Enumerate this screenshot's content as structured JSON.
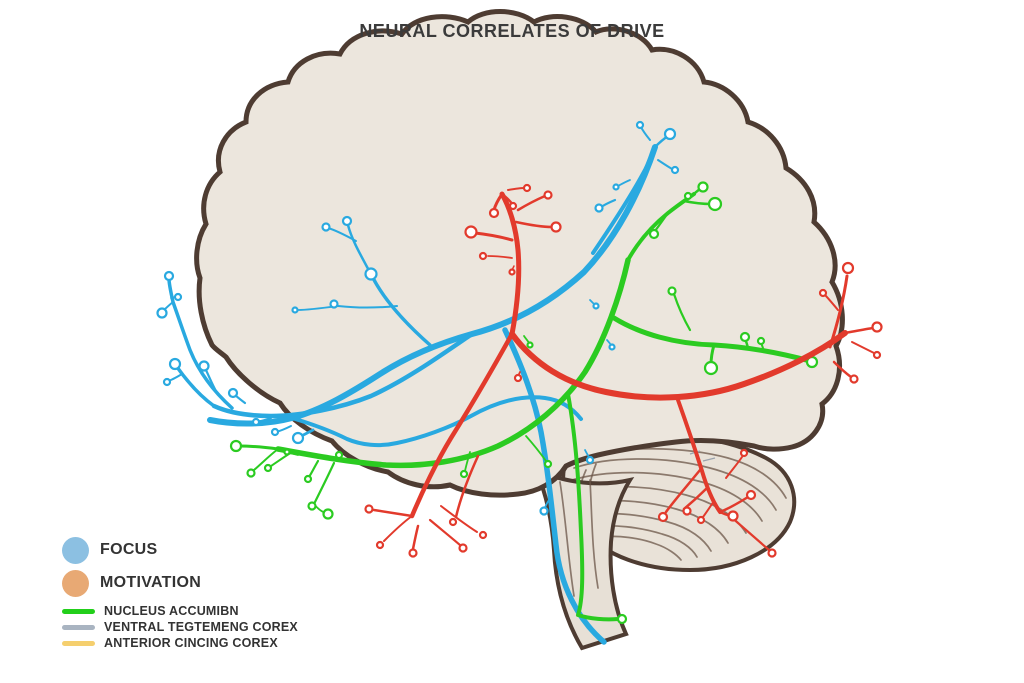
{
  "title": "NEURAL CORRELATES OF DRIVE",
  "legend": {
    "items": [
      {
        "label": "FOCUS",
        "swatch": "circle",
        "color": "#8cc0e2"
      },
      {
        "label": "MOTIVATION",
        "swatch": "circle",
        "color": "#e8a974"
      },
      {
        "label": "NUCLEUS ACCUMIBN",
        "swatch": "line",
        "color": "#22cf1a"
      },
      {
        "label": "VENTRAL TEGTEMENG COREX",
        "swatch": "line",
        "color": "#a9b4c1"
      },
      {
        "label": "ANTERIOR CINCING COREX",
        "swatch": "line",
        "color": "#f5cf6e"
      }
    ]
  },
  "illustration": {
    "background": "#ffffff",
    "brain_fill": "#ece6dd",
    "brain_outline": "#4e3c32",
    "regions": [
      {
        "name": "focus-region",
        "color": "#8cc0e2"
      },
      {
        "name": "motivation-region",
        "color": "#e6a470"
      },
      {
        "name": "posterior-region",
        "color": "#f1d172"
      }
    ],
    "pathways": [
      {
        "name": "blue-pathway",
        "color": "#29a9e0"
      },
      {
        "name": "green-pathway",
        "color": "#2bcb21"
      },
      {
        "name": "red-pathway",
        "color": "#e23a2c"
      }
    ]
  }
}
